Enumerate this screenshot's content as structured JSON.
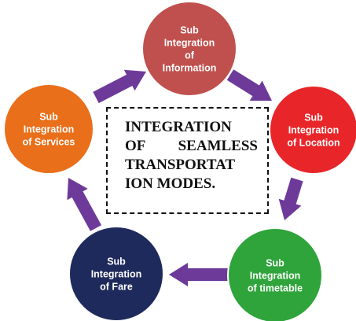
{
  "colors": {
    "arrow": "#6e3a9a",
    "center_border": "#111111"
  },
  "nodes": [
    {
      "id": "information",
      "lines": [
        "Sub",
        "Integration",
        "of",
        "Information"
      ],
      "color": "#c0504d"
    },
    {
      "id": "location",
      "lines": [
        "Sub",
        "Integration",
        "of Location"
      ],
      "color": "#e8262a"
    },
    {
      "id": "timetable",
      "lines": [
        "Sub",
        "Integration",
        "of timetable"
      ],
      "color": "#2ea43a"
    },
    {
      "id": "fare",
      "lines": [
        "Sub",
        "Integration",
        "of Fare"
      ],
      "color": "#1f2a5c"
    },
    {
      "id": "services",
      "lines": [
        "Sub",
        "Integration",
        "of Services"
      ],
      "color": "#e96f1a"
    }
  ],
  "center": {
    "lines": [
      "INTEGRATION",
      "OF SEAMLESS",
      "TRANSPORTAT",
      "ION MODES."
    ]
  }
}
